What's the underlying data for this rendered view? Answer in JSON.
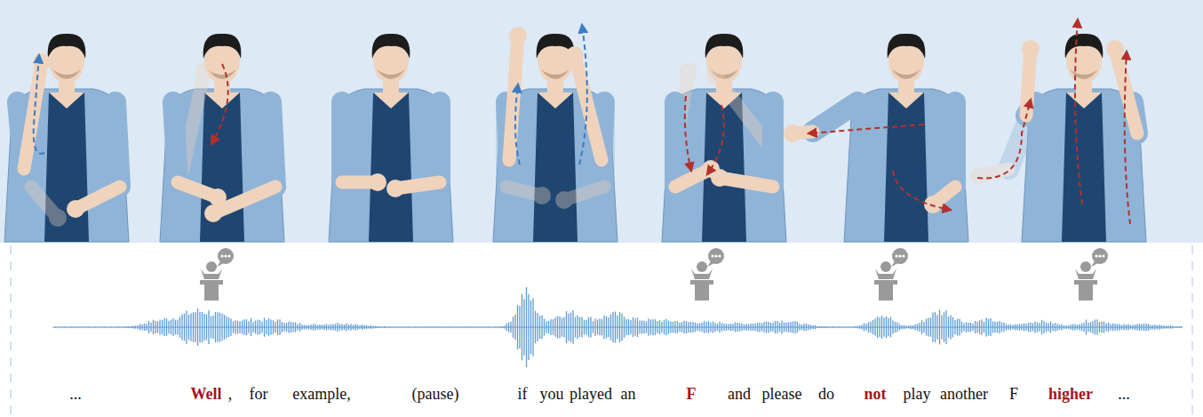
{
  "diagram": {
    "labels": [
      "...",
      "Well",
      ",",
      "for",
      "example,",
      "(pause)",
      "if",
      "you",
      "played",
      "an",
      "F",
      "and",
      "please",
      "do",
      "not",
      "play",
      "another",
      "F",
      "higher",
      "..."
    ]
  }
}
